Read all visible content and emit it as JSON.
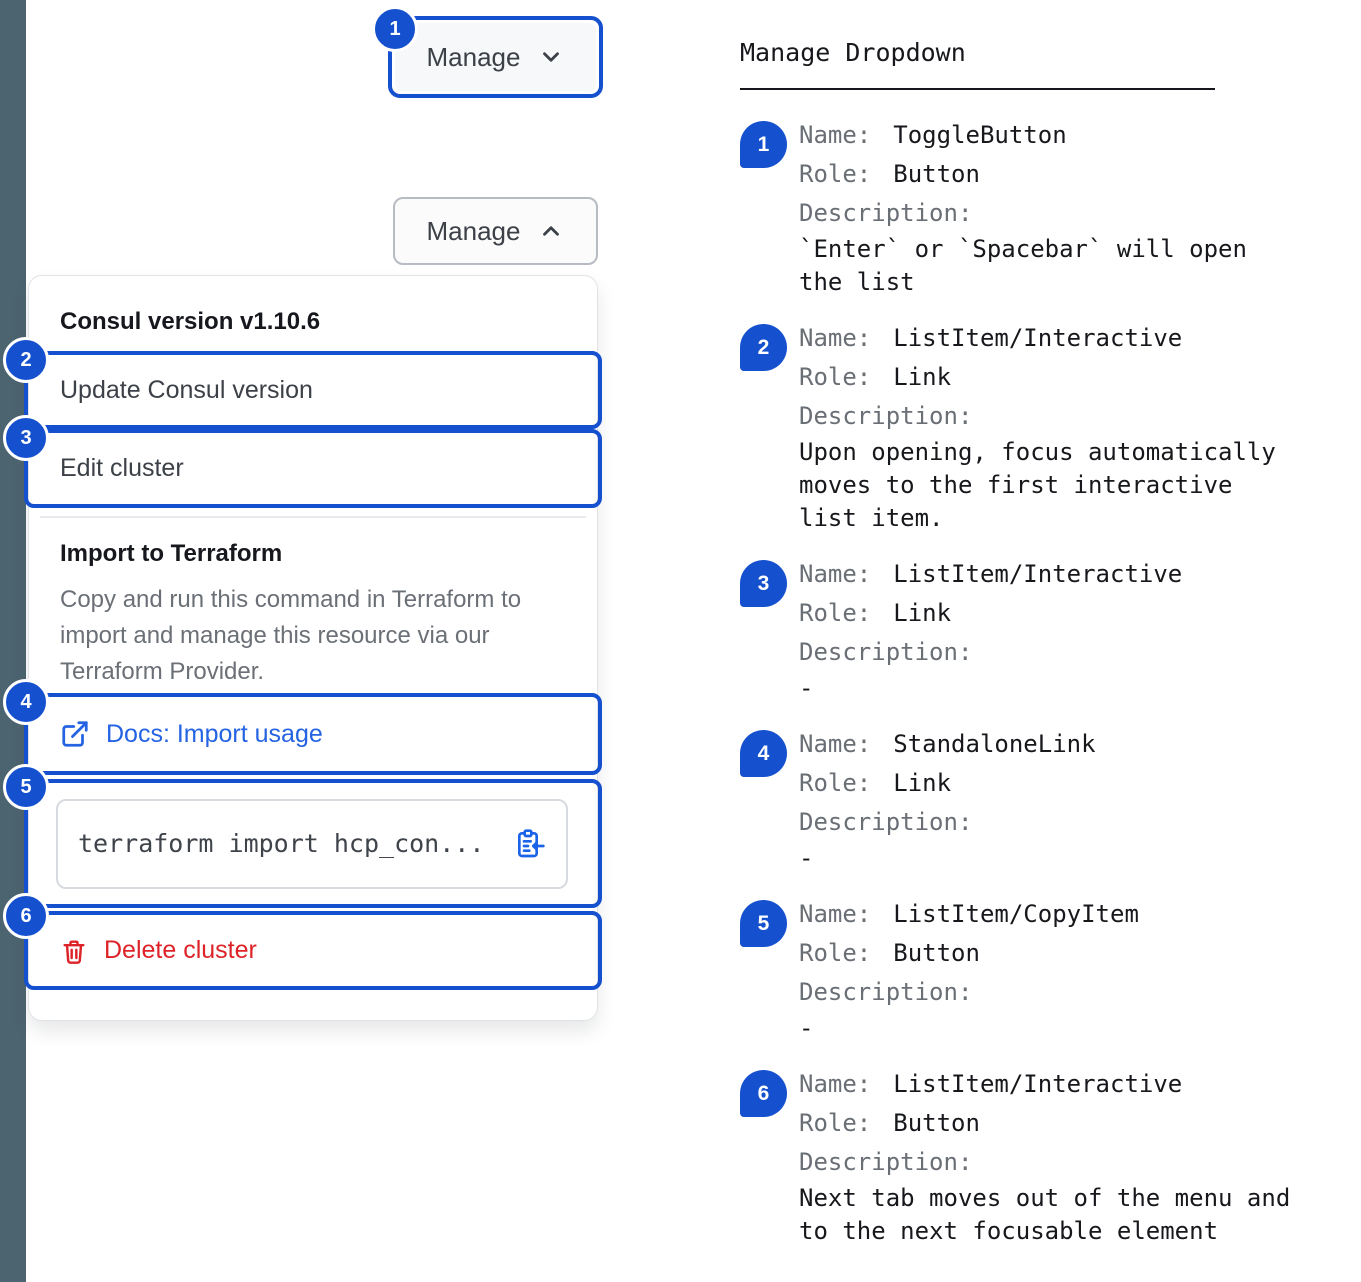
{
  "colors": {
    "accent_blue": "#1550ce",
    "link_blue": "#2463e2",
    "copy_icon_blue": "#1b63e8",
    "danger_red": "#dd2328",
    "rail": "#4c646f"
  },
  "toggle_closed": {
    "label": "Manage",
    "badge": "1"
  },
  "toggle_open": {
    "label": "Manage"
  },
  "dropdown": {
    "version_header": "Consul version v1.10.6",
    "items": [
      {
        "badge": "2",
        "label": "Update Consul version"
      },
      {
        "badge": "3",
        "label": "Edit cluster"
      }
    ],
    "import_header": "Import to Terraform",
    "import_description": "Copy and run this command in Terraform to import and manage this resource via our Terraform Provider.",
    "docs_link": {
      "badge": "4",
      "label": "Docs: Import usage"
    },
    "code_item": {
      "badge": "5",
      "code": "terraform import hcp_con..."
    },
    "delete_item": {
      "badge": "6",
      "label": "Delete cluster"
    }
  },
  "spec_panel": {
    "title": "Manage Dropdown",
    "labels": {
      "name": "Name:",
      "role": "Role:",
      "description": "Description:"
    },
    "entries": [
      {
        "num": "1",
        "name": "ToggleButton",
        "role": "Button",
        "description": "`Enter` or `Spacebar` will open the list"
      },
      {
        "num": "2",
        "name": "ListItem/Interactive",
        "role": "Link",
        "description": "Upon opening, focus automatically moves to the first interactive list item."
      },
      {
        "num": "3",
        "name": "ListItem/Interactive",
        "role": "Link",
        "description": "-"
      },
      {
        "num": "4",
        "name": "StandaloneLink",
        "role": "Link",
        "description": "-"
      },
      {
        "num": "5",
        "name": "ListItem/CopyItem",
        "role": "Button",
        "description": "-"
      },
      {
        "num": "6",
        "name": "ListItem/Interactive",
        "role": "Button",
        "description": "Next tab moves out of the menu and to the next focusable element"
      }
    ]
  }
}
